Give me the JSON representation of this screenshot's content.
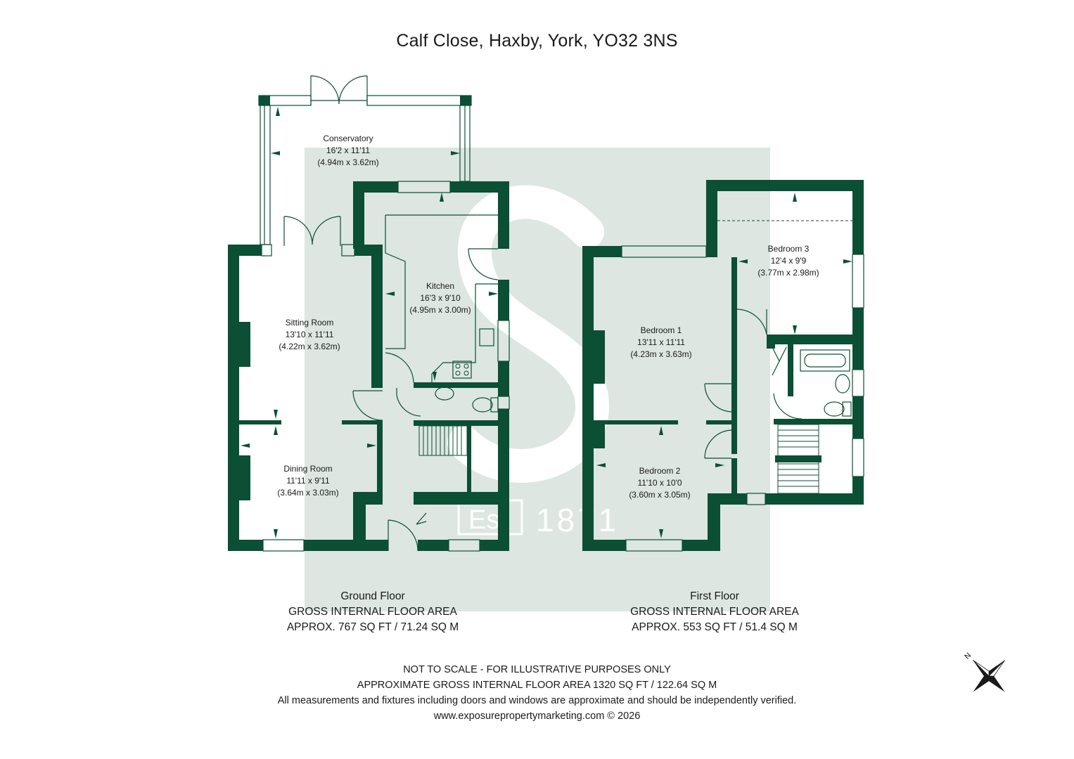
{
  "title": "Calf Close, Haxby, York, YO32 3NS",
  "colors": {
    "wall": "#0b4f34",
    "watermark_bg": "#dde6e1",
    "watermark_mark": "#ffffff"
  },
  "watermark": {
    "monogram": "Es",
    "year": "1871"
  },
  "rooms": {
    "conservatory": {
      "name": "Conservatory",
      "imperial": "16'2 x 11'11",
      "metric": "(4.94m x 3.62m)"
    },
    "kitchen": {
      "name": "Kitchen",
      "imperial": "16'3 x 9'10",
      "metric": "(4.95m x 3.00m)"
    },
    "sitting_room": {
      "name": "Sitting Room",
      "imperial": "13'10 x 11'11",
      "metric": "(4.22m x 3.62m)"
    },
    "dining_room": {
      "name": "Dining Room",
      "imperial": "11'11 x 9'11",
      "metric": "(3.64m x 3.03m)"
    },
    "bedroom1": {
      "name": "Bedroom 1",
      "imperial": "13'11 x 11'11",
      "metric": "(4.23m x 3.63m)"
    },
    "bedroom2": {
      "name": "Bedroom 2",
      "imperial": "11'10 x 10'0",
      "metric": "(3.60m x 3.05m)"
    },
    "bedroom3": {
      "name": "Bedroom 3",
      "imperial": "12'4 x 9'9",
      "metric": "(3.77m x 2.98m)"
    }
  },
  "ground_floor": {
    "name": "Ground Floor",
    "area_heading": "GROSS INTERNAL FLOOR AREA",
    "area": "APPROX. 767 SQ FT / 71.24 SQ M"
  },
  "first_floor": {
    "name": "First Floor",
    "area_heading": "GROSS INTERNAL FLOOR AREA",
    "area": "APPROX. 553 SQ FT / 51.4 SQ M"
  },
  "footer": {
    "line1": "NOT TO SCALE - FOR ILLUSTRATIVE PURPOSES ONLY",
    "line2": "APPROXIMATE GROSS INTERNAL FLOOR AREA 1320 SQ FT / 122.64 SQ M",
    "line3": "All measurements and fixtures including doors and windows are approximate and should be independently verified.",
    "line4": "www.exposurepropertymarketing.com © 2026"
  },
  "compass": {
    "north_label": "N",
    "icon": "compass-rose-icon"
  }
}
